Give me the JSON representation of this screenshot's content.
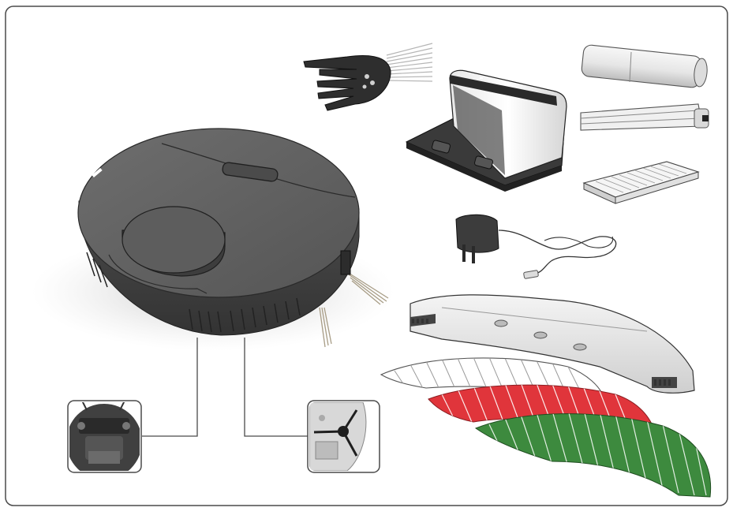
{
  "diagram": {
    "kind": "package-contents-illustration",
    "items": [
      {
        "id": "robot-vacuum",
        "icon": "robot-vacuum"
      },
      {
        "id": "side-brush",
        "icon": "side-brush"
      },
      {
        "id": "charging-dock",
        "icon": "charging-dock"
      },
      {
        "id": "main-brush-roller",
        "icon": "brush-roller"
      },
      {
        "id": "bristle-brush",
        "icon": "bristle-brush"
      },
      {
        "id": "filter",
        "icon": "filter"
      },
      {
        "id": "power-adapter",
        "icon": "power-adapter"
      },
      {
        "id": "water-tank",
        "icon": "water-tank"
      },
      {
        "id": "mop-pad-white",
        "icon": "mop-pad",
        "color": "#ffffff"
      },
      {
        "id": "mop-pad-red",
        "icon": "mop-pad",
        "color": "#e0353b"
      },
      {
        "id": "mop-pad-green",
        "icon": "mop-pad",
        "color": "#3d8a3e"
      }
    ],
    "insets": [
      {
        "id": "underside-detail",
        "icon": "robot-underside"
      },
      {
        "id": "side-brush-detail",
        "icon": "side-brush-mounted"
      }
    ],
    "colors": {
      "frame": "#4a4a4a",
      "robot_body": "#5b5b5b",
      "robot_top": "#666666",
      "mop_red": "#e0353b",
      "mop_green": "#3d8a3e"
    }
  }
}
